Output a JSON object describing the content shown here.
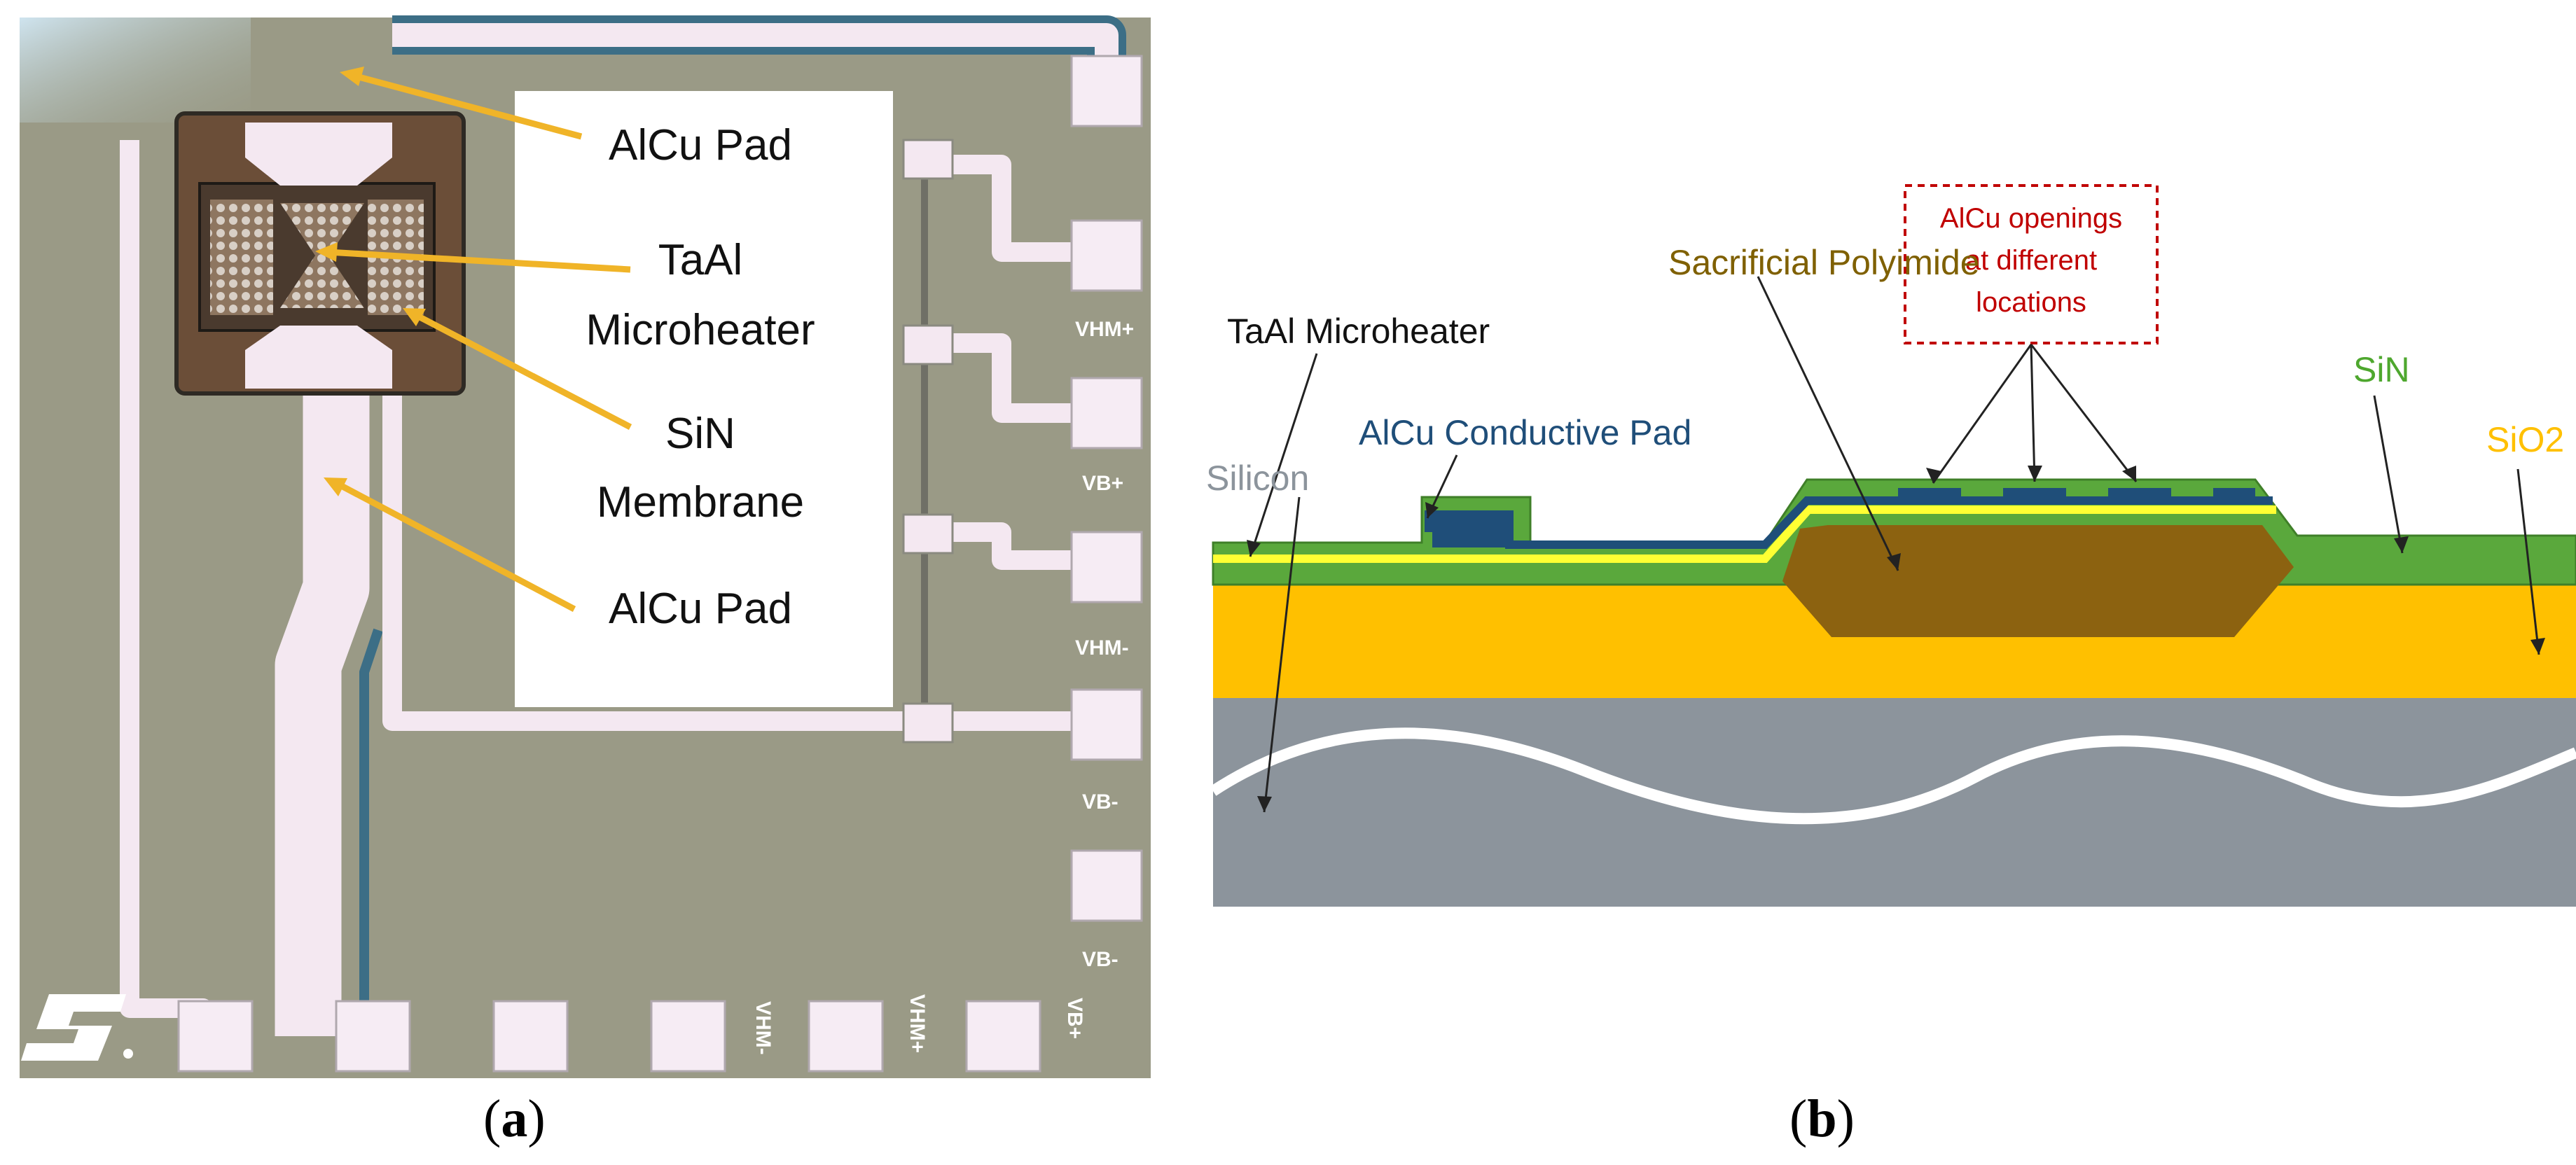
{
  "panel_a": {
    "labels": {
      "alcu_pad_top": "AlCu Pad",
      "taal_line1": "TaAl",
      "taal_line2": "Microheater",
      "sin_line1": "SiN",
      "sin_line2": "Membrane",
      "alcu_pad_bottom": "AlCu Pad"
    },
    "right_pad_labels": [
      "VHM+",
      "VB+",
      "VHM-",
      "VB-",
      "VB-"
    ],
    "bottom_pad_labels": [
      "VHM-",
      "VHM+",
      "VB+"
    ],
    "caption_letter": "a"
  },
  "panel_b": {
    "labels": {
      "alcu_openings": [
        "AlCu openings",
        "at different",
        "locations"
      ],
      "sacrificial_polyimide": "Sacrificial Polyimide",
      "taal_microheater": "TaAl Microheater",
      "alcu_conductive_pad": "AlCu Conductive Pad",
      "silicon": "Silicon",
      "sin": "SiN",
      "sio2": "SiO2"
    },
    "colors": {
      "sin": "#5aa83c",
      "sio2": "#ffc000",
      "silicon": "#8c949c",
      "polyimide": "#8c6210",
      "alcu": "#1f4e79",
      "taal": "#ffff33",
      "openings_text": "#c00000",
      "polyimide_text": "#7f6000",
      "alcu_text": "#1f4e79",
      "silicon_text": "#8c949c",
      "sin_text": "#4ea72e",
      "sio2_text": "#ffc000"
    },
    "caption_letter": "b"
  }
}
